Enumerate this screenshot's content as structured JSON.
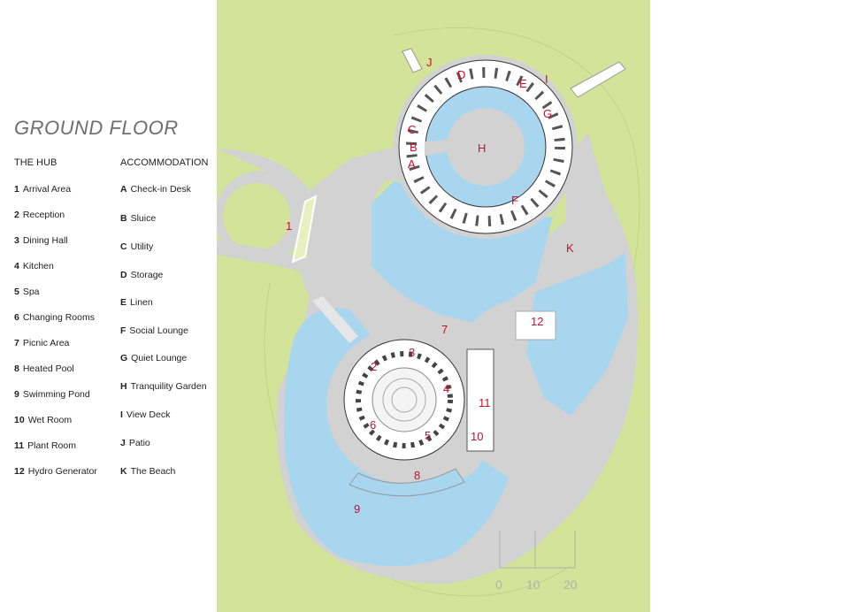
{
  "title": "GROUND FLOOR",
  "legend": {
    "hub_heading": "THE HUB",
    "accommodation_heading": "ACCOMMODATION",
    "hub": [
      {
        "key": "1",
        "label": "Arrival Area"
      },
      {
        "key": "2",
        "label": "Reception"
      },
      {
        "key": "3",
        "label": "Dining Hall"
      },
      {
        "key": "4",
        "label": "Kitchen"
      },
      {
        "key": "5",
        "label": "Spa"
      },
      {
        "key": "6",
        "label": "Changing Rooms"
      },
      {
        "key": "7",
        "label": "Picnic Area"
      },
      {
        "key": "8",
        "label": "Heated Pool"
      },
      {
        "key": "9",
        "label": "Swimming Pond"
      },
      {
        "key": "10",
        "label": "Wet Room"
      },
      {
        "key": "11",
        "label": "Plant Room"
      },
      {
        "key": "12",
        "label": "Hydro Generator"
      }
    ],
    "accommodation": [
      {
        "key": "A",
        "label": "Check-in Desk"
      },
      {
        "key": "B",
        "label": "Sluice"
      },
      {
        "key": "C",
        "label": "Utility"
      },
      {
        "key": "D",
        "label": "Storage"
      },
      {
        "key": "E",
        "label": "Linen"
      },
      {
        "key": "F",
        "label": "Social Lounge"
      },
      {
        "key": "G",
        "label": "Quiet Lounge"
      },
      {
        "key": "H",
        "label": "Tranquility Garden"
      },
      {
        "key": "I",
        "label": "View Deck"
      },
      {
        "key": "J",
        "label": "Patio"
      },
      {
        "key": "K",
        "label": "The Beach"
      }
    ]
  },
  "plan_labels": {
    "l1": "1",
    "l2": "2",
    "l3": "3",
    "l4": "4",
    "l5": "5",
    "l6": "6",
    "l7": "7",
    "l8": "8",
    "l9": "9",
    "l10": "10",
    "l11": "11",
    "l12": "12",
    "lA": "A",
    "lB": "B",
    "lC": "C",
    "lD": "D",
    "lE": "E",
    "lF": "F",
    "lG": "G",
    "lH": "H",
    "lI": "I",
    "lJ": "J",
    "lK": "K"
  },
  "scale_bar": {
    "labels": [
      "0",
      "10",
      "20"
    ]
  },
  "colors": {
    "grass": "#d3e39a",
    "paving": "#d2d2d2",
    "water": "#a9d6ef",
    "building": "#ffffff",
    "label": "#c8102e"
  }
}
